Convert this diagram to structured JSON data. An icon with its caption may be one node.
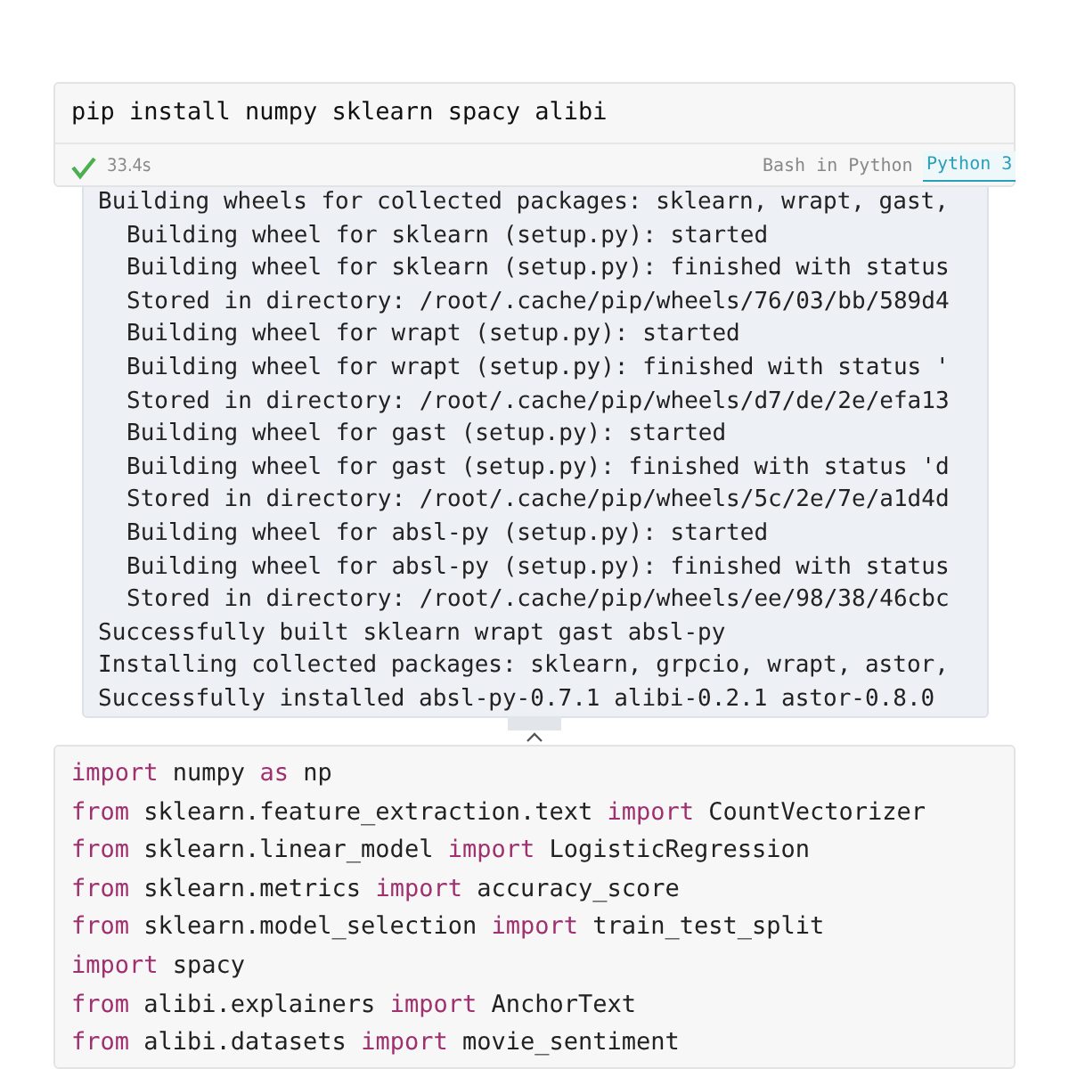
{
  "diagram": {
    "labels": [
      "pip install numpy sklearn spacy alibi",
      "33.4s",
      "Bash in Python",
      "Python 3",
      "Building wheels for collected packages: sklearn, wrapt, gast,",
      "Building wheel for sklearn (setup.py): started",
      "Building wheel for sklearn (setup.py): finished with status",
      "Stored in directory: /root/.cache/pip/wheels/76/03/bb/589d4",
      "Building wheel for wrapt (setup.py): started",
      "Building wheel for wrapt (setup.py): finished with status '",
      "Stored in directory: /root/.cache/pip/wheels/d7/de/2e/efa13",
      "Building wheel for gast (setup.py): started",
      "Building wheel for gast (setup.py): finished with status 'd",
      "Stored in directory: /root/.cache/pip/wheels/5c/2e/7e/a1d4d",
      "Building wheel for absl-py (setup.py): started",
      "Building wheel for absl-py (setup.py): finished with status",
      "Stored in directory: /root/.cache/pip/wheels/ee/98/38/46cbc",
      "Successfully built sklearn wrapt gast absl-py",
      "Installing collected packages: sklearn, grpcio, wrapt, astor,",
      "Successfully installed absl-py-0.7.1 alibi-0.2.1 astor-0.8.0",
      "import numpy as np",
      "from sklearn.feature_extraction.text import CountVectorizer",
      "from sklearn.linear_model import LogisticRegression",
      "from sklearn.metrics import accuracy_score",
      "from sklearn.model_selection import train_test_split",
      "import spacy",
      "from alibi.explainers import AnchorText",
      "from alibi.datasets import movie_sentiment"
    ]
  }
}
